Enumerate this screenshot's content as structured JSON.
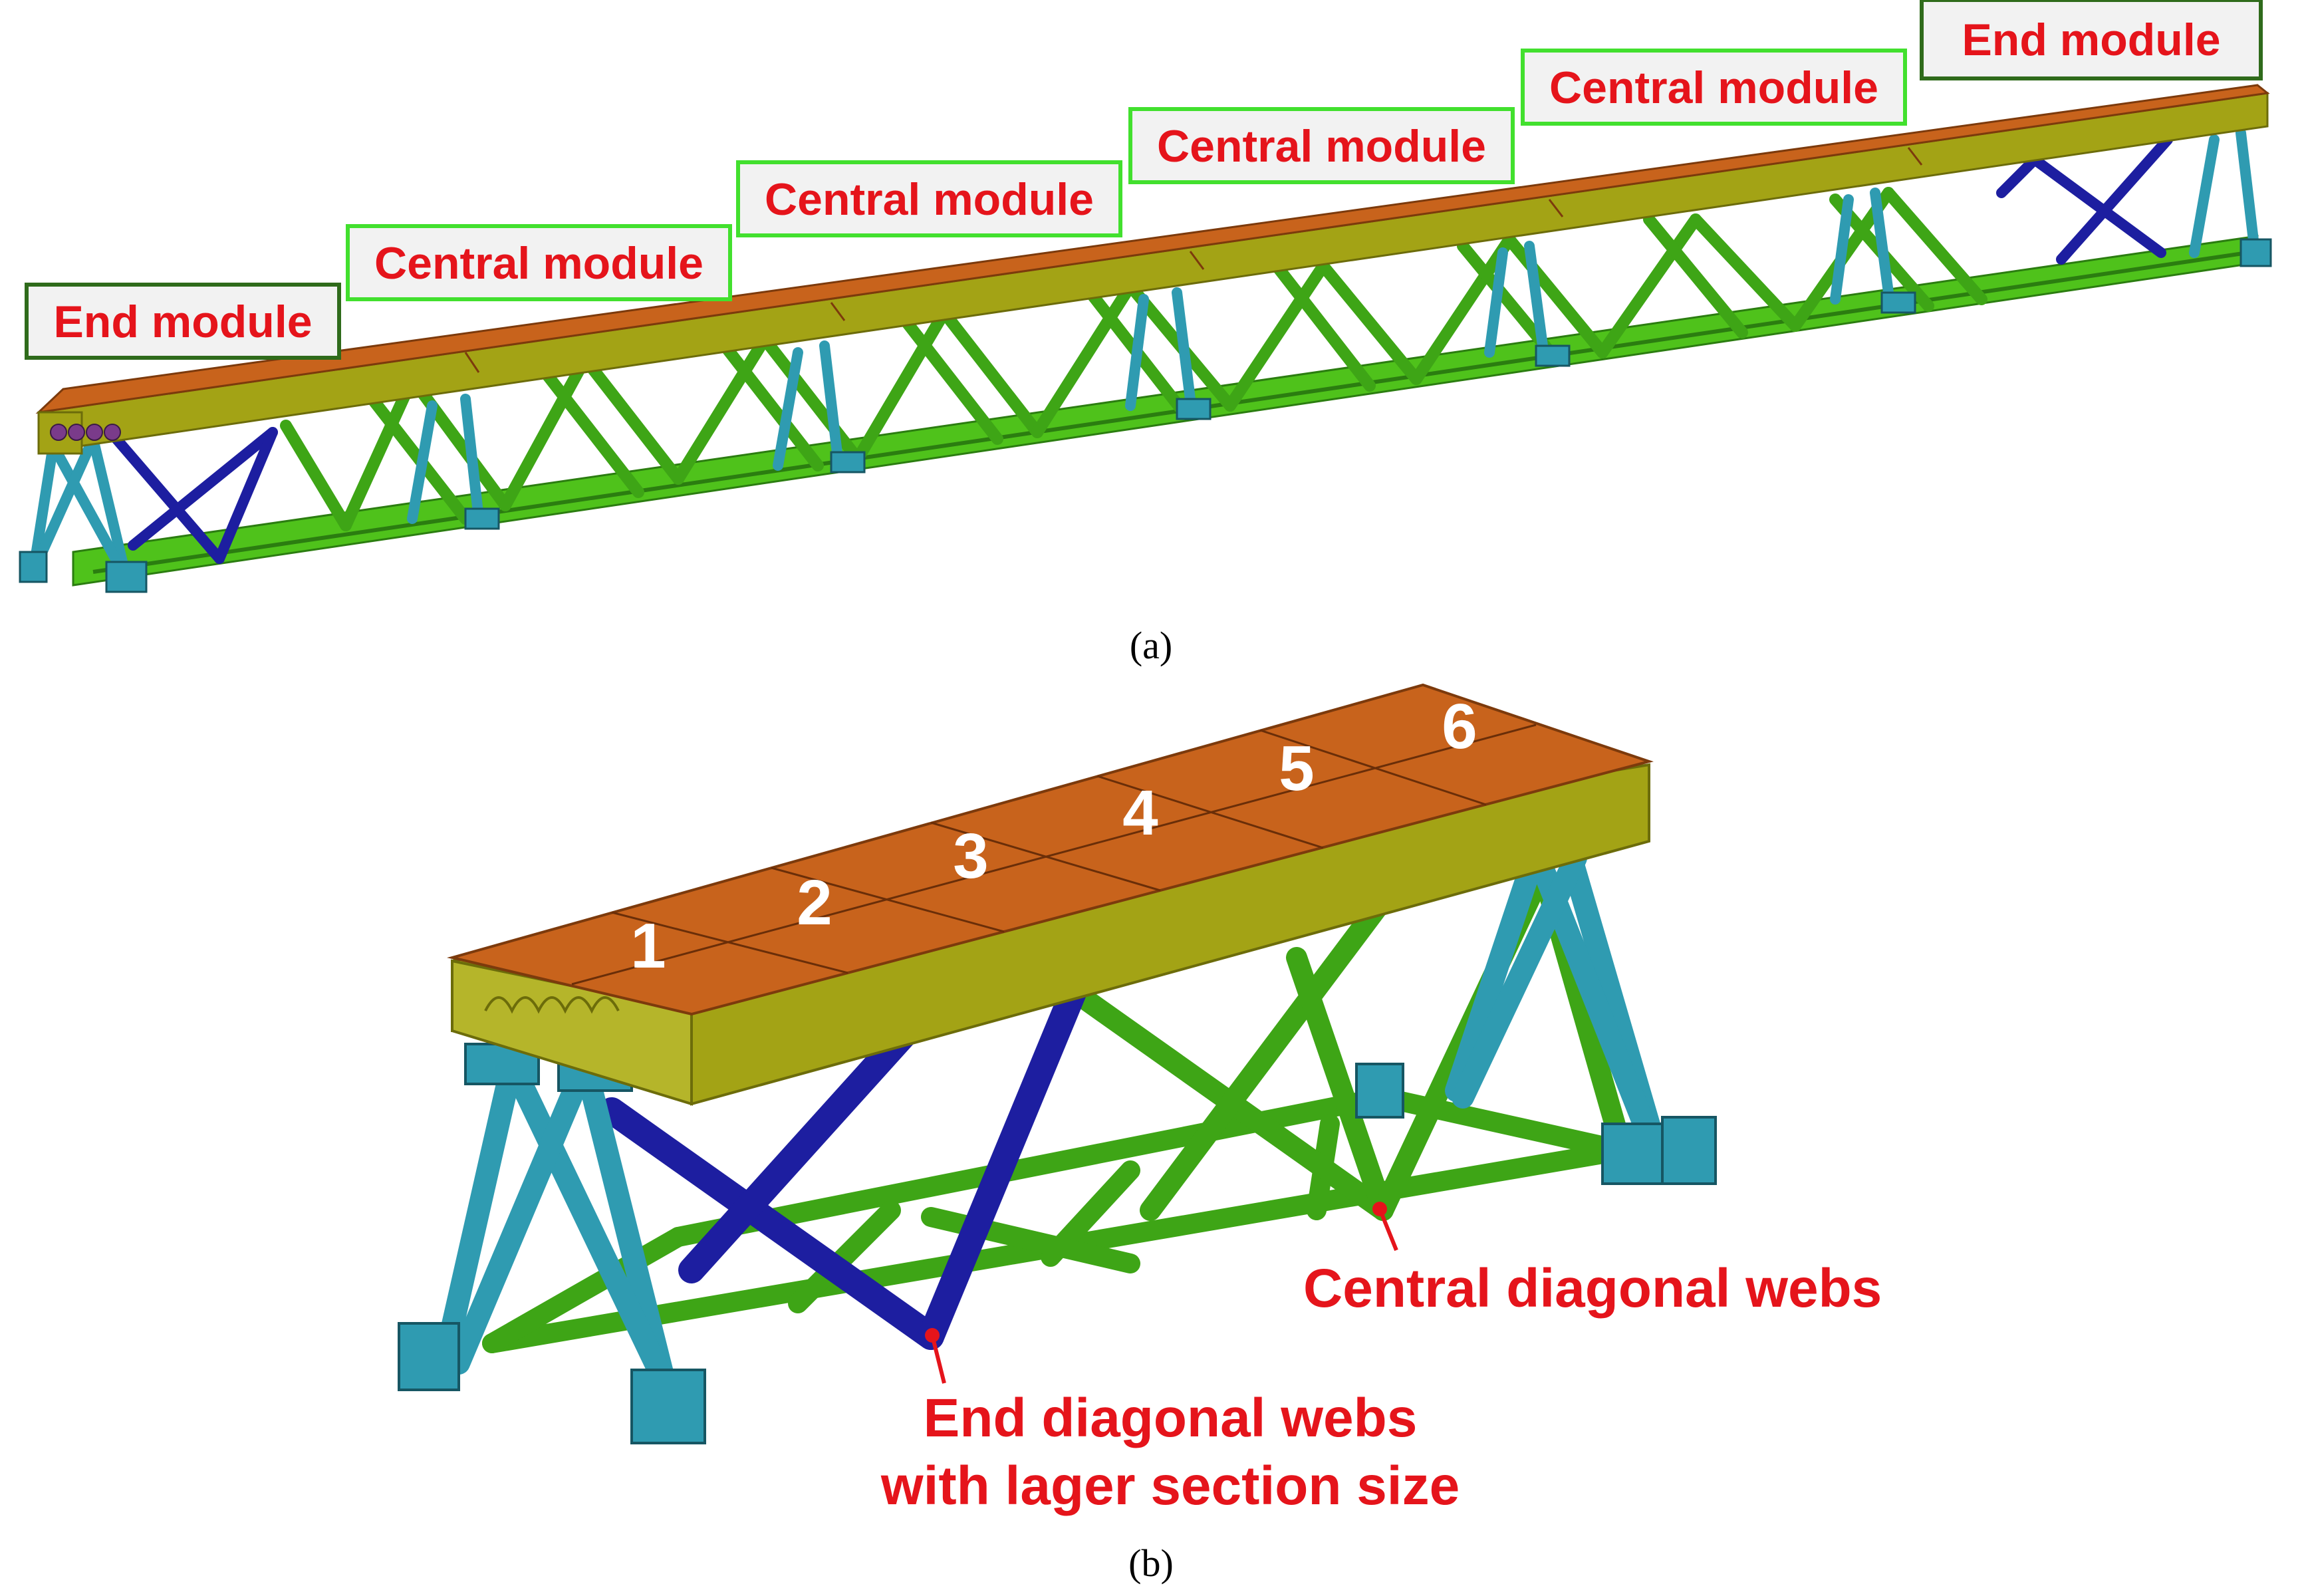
{
  "panel_a": {
    "caption": "(a)",
    "modules": [
      "End module",
      "Central module",
      "Central module",
      "Central module",
      "Central module",
      "End module"
    ],
    "module_kinds": [
      "end",
      "central",
      "central",
      "central",
      "central",
      "end"
    ],
    "colors": {
      "deck": "#c8631c",
      "girder": "#a3a315",
      "chord": "#4fc21b",
      "end_web": "#1d1ea0",
      "support": "#2f9bb1",
      "end_label_border": "#2f6b1b",
      "central_label_border": "#42e02e",
      "label_text": "#e5141b"
    }
  },
  "panel_b": {
    "caption": "(b)",
    "deck_panels": [
      "1",
      "2",
      "3",
      "4",
      "5",
      "6"
    ],
    "callouts": {
      "central": "Central diagonal webs",
      "end_line1": "End diagonal webs",
      "end_line2": "with lager section size"
    }
  }
}
